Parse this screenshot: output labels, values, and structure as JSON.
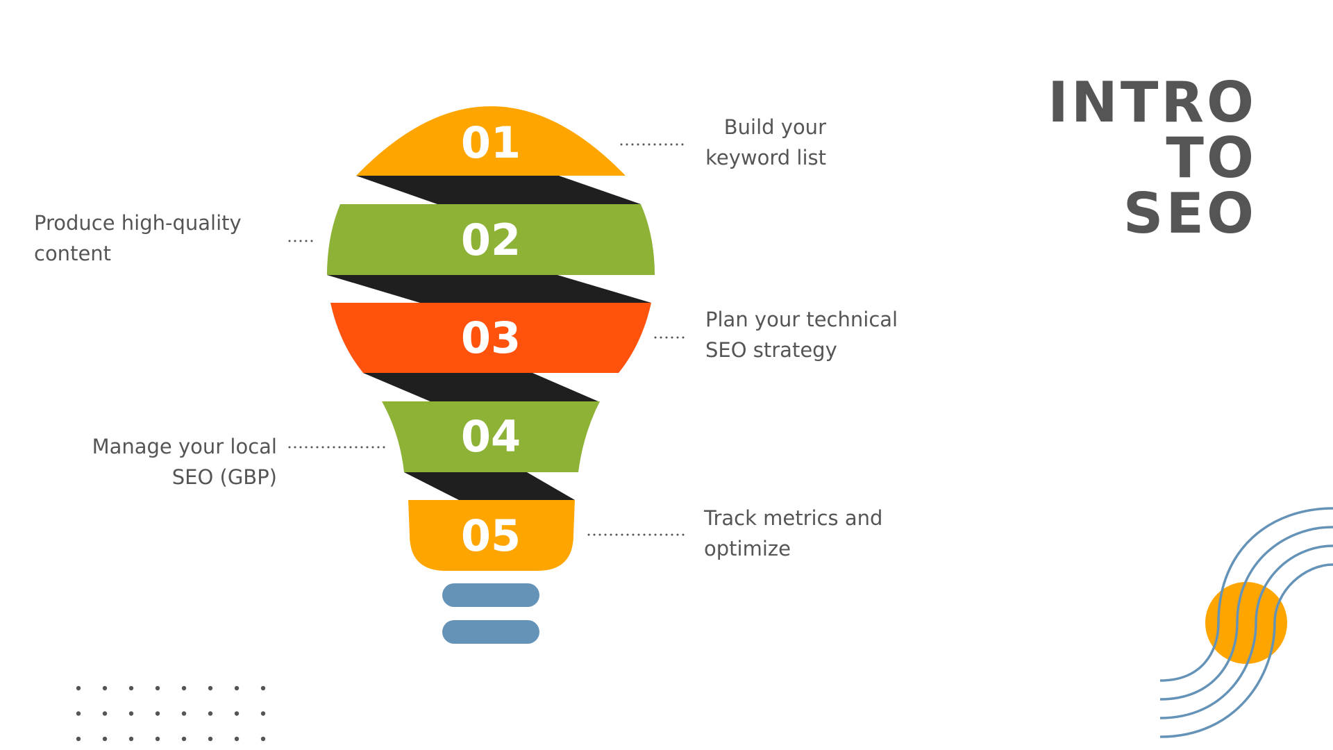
{
  "title": {
    "lines": [
      "INTRO",
      "TO",
      "SEO"
    ]
  },
  "steps": [
    {
      "number": "01",
      "color": "#FFA500",
      "label": [
        "Build your",
        "keyword list"
      ]
    },
    {
      "number": "02",
      "color": "#8DB236",
      "label": [
        "Produce high-quality",
        "content"
      ]
    },
    {
      "number": "03",
      "color": "#FF530D",
      "label": [
        "Plan your technical",
        "SEO strategy"
      ]
    },
    {
      "number": "04",
      "color": "#8DB236",
      "label": [
        "Manage your local",
        "SEO (GBP)"
      ]
    },
    {
      "number": "05",
      "color": "#FFA500",
      "label": [
        "Track metrics and",
        "optimize"
      ]
    }
  ],
  "colors": {
    "shadow": "#1F1F1F",
    "base": "#6593B8",
    "text": "#555555",
    "dots": "#555555"
  }
}
